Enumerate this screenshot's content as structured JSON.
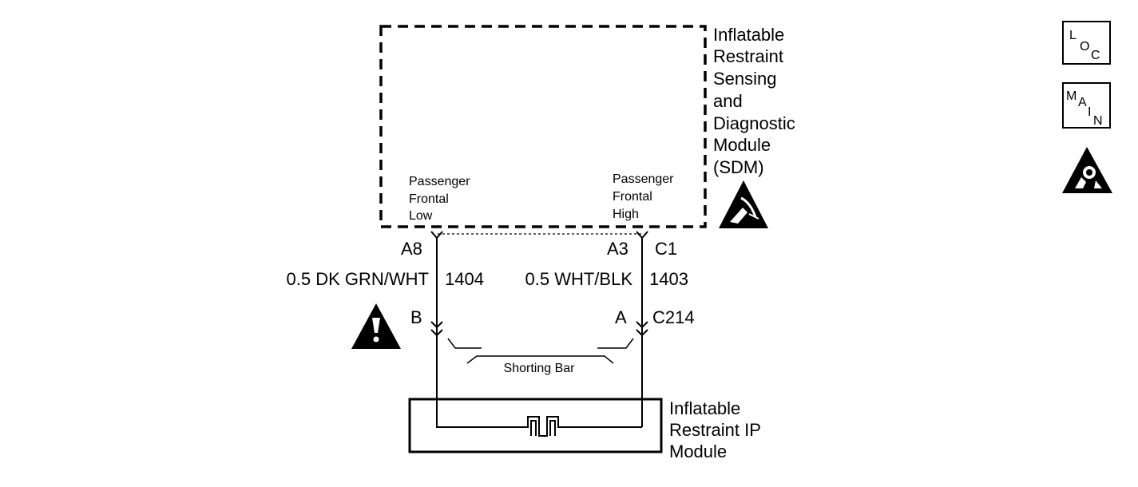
{
  "sdm": {
    "title_lines": [
      "Inflatable",
      "Restraint",
      "Sensing",
      "and",
      "Diagnostic",
      "Module",
      "(SDM)"
    ],
    "left_pin_label": [
      "Passenger",
      "Frontal",
      "Low"
    ],
    "right_pin_label": [
      "Passenger",
      "Frontal",
      "High"
    ]
  },
  "pins": {
    "left_terminal": "A8",
    "right_terminal": "A3",
    "right_connector": "C1"
  },
  "wires": {
    "left_wire": "0.5 DK GRN/WHT",
    "left_circuit": "1404",
    "right_wire": "0.5 WHT/BLK",
    "right_circuit": "1403"
  },
  "connector": {
    "left_terminal": "B",
    "right_terminal": "A",
    "name": "C214",
    "shorting_bar": "Shorting Bar"
  },
  "ip_module": {
    "title_lines": [
      "Inflatable",
      "Restraint IP",
      "Module"
    ]
  },
  "icons": {
    "loc": [
      "L",
      "O",
      "C"
    ],
    "main": [
      "M",
      "A",
      "I",
      "N"
    ],
    "esd": "esd-warning-icon",
    "airbag": "airbag-warning-icon",
    "caution": "caution-icon"
  },
  "colors": {
    "ink": "#000000",
    "paper": "#ffffff"
  }
}
